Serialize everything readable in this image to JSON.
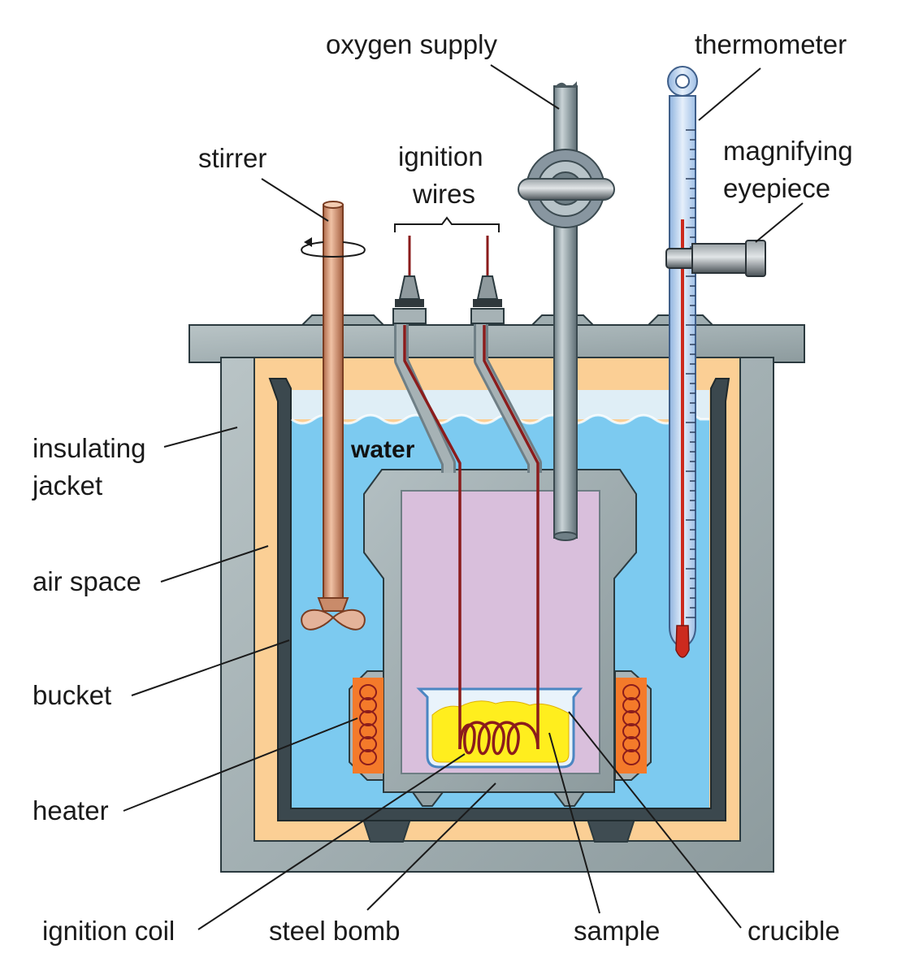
{
  "labels": {
    "oxygen_supply": "oxygen supply",
    "thermometer": "thermometer",
    "stirrer": "stirrer",
    "ignition_wires_line1": "ignition",
    "ignition_wires_line2": "wires",
    "magnifying_eyepiece_line1": "magnifying",
    "magnifying_eyepiece_line2": "eyepiece",
    "insulating_jacket_line1": "insulating",
    "insulating_jacket_line2": "jacket",
    "water": "water",
    "air_space": "air space",
    "bucket": "bucket",
    "heater": "heater",
    "ignition_coil": "ignition coil",
    "steel_bomb": "steel bomb",
    "sample": "sample",
    "crucible": "crucible"
  },
  "colors": {
    "jacket_gray": "#a9b6b9",
    "air_space_peach": "#fbcf95",
    "water_blue": "#7ccaf0",
    "bomb_interior_lilac": "#d9bfdc",
    "copper_stirrer": "#d89c7c",
    "wire_red": "#8b1c1c",
    "sample_yellow": "#ffee1e",
    "heater_orange": "#f47a2a",
    "thermometer_red": "#cc2a1e"
  }
}
